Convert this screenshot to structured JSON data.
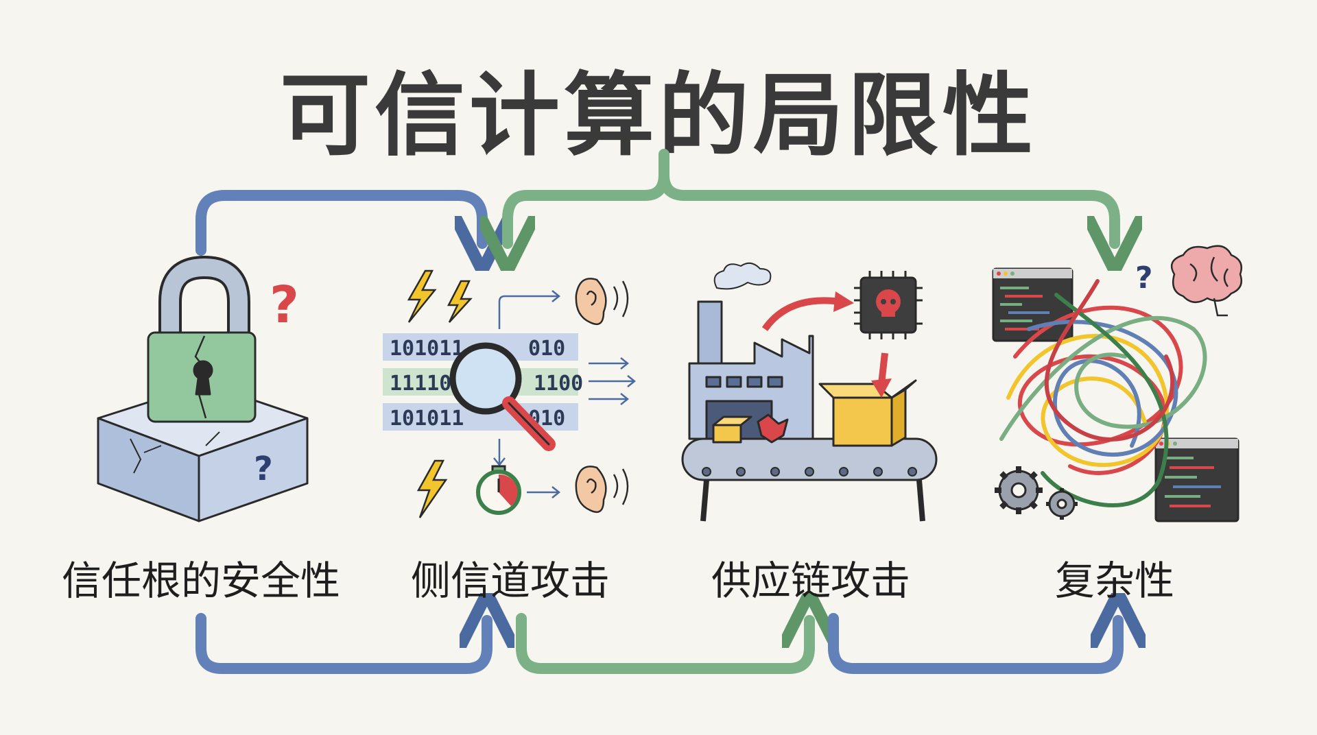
{
  "title": "可信计算的局限性",
  "items": [
    {
      "label": "信任根的安全性",
      "icon": "cracked-padlock-icon"
    },
    {
      "label": "侧信道攻击",
      "icon": "side-channel-icon"
    },
    {
      "label": "供应链攻击",
      "icon": "factory-supply-chain-icon"
    },
    {
      "label": "复杂性",
      "icon": "tangled-complexity-icon"
    }
  ],
  "side_channel": {
    "row1": "101011",
    "row1_tail": "010",
    "row2": "11110",
    "row2_tail": "1100",
    "row3": "101011",
    "row3_tail": "010"
  },
  "colors": {
    "blue_arrow": "#5f7fb5",
    "green_arrow": "#79ad82",
    "lock_green": "#8cc49a",
    "stone": "#c3d0e6",
    "red": "#d9474a",
    "yellow": "#f2c52c"
  }
}
